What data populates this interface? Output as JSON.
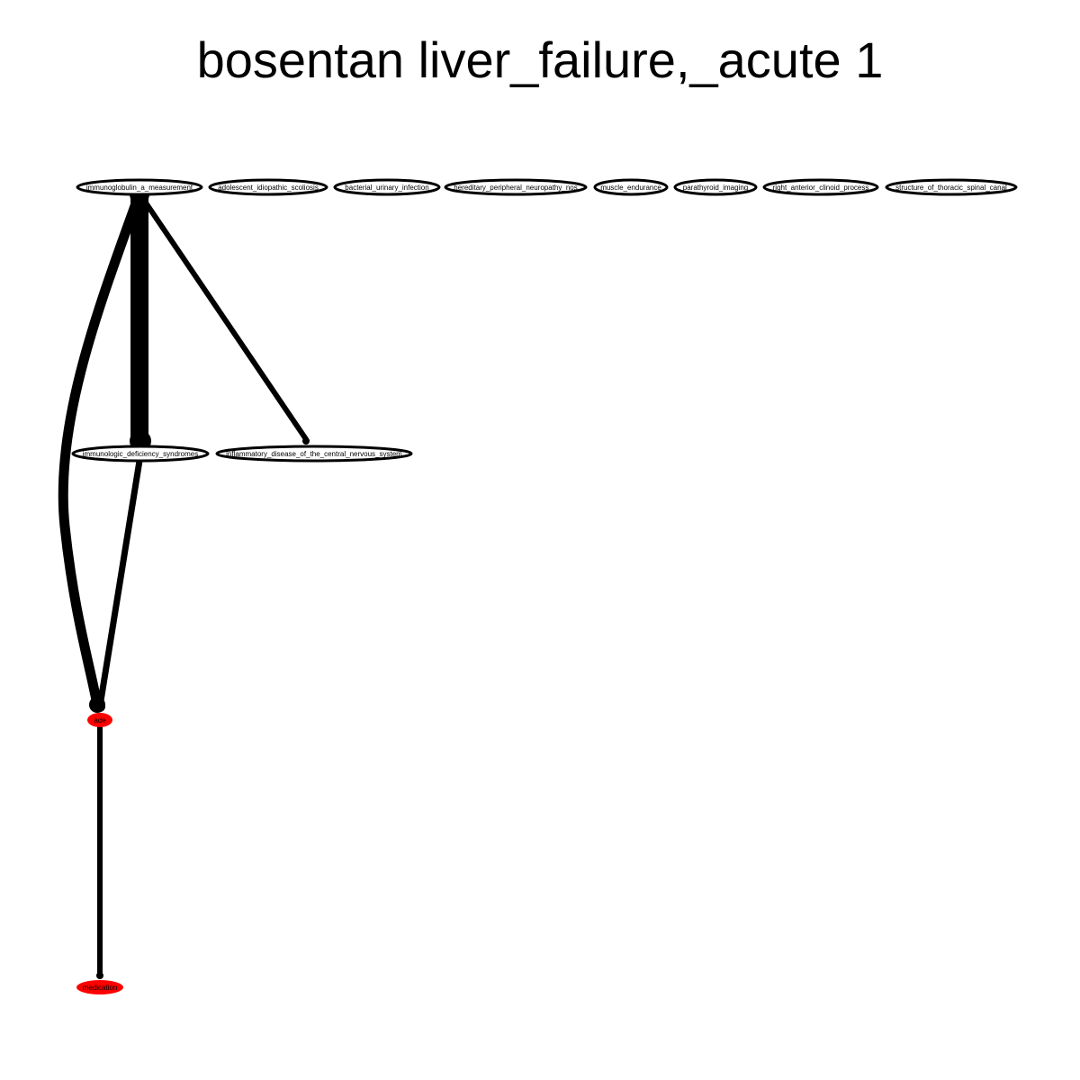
{
  "title": "bosentan liver_failure,_acute 1",
  "colors": {
    "edge": "#000000",
    "node_stroke": "#000000",
    "node_fill_default": "#ffffff",
    "node_fill_highlight": "#ff0000"
  },
  "nodes": [
    {
      "id": "immunoglobulin_measurement",
      "label": "immunoglobulin_a_measurement",
      "highlight": false
    },
    {
      "id": "adolescent_idiopathic_scoliosis",
      "label": "adolescent_idiopathic_scoliosis",
      "highlight": false
    },
    {
      "id": "bacterial_urinary_infection",
      "label": "bacterial_urinary_infection",
      "highlight": false
    },
    {
      "id": "hereditary_peripheral_neuropathy_nos",
      "label": "hereditary_peripheral_neuropathy_nos",
      "highlight": false
    },
    {
      "id": "muscle_endurance",
      "label": "muscle_endurance",
      "highlight": false
    },
    {
      "id": "parathyroid_imaging",
      "label": "parathyroid_imaging",
      "highlight": false
    },
    {
      "id": "right_anterior_clinoid_process",
      "label": "right_anterior_clinoid_process",
      "highlight": false
    },
    {
      "id": "structure_of_thoracic_spinal_canal",
      "label": "structure_of_thoracic_spinal_canal",
      "highlight": false
    },
    {
      "id": "immunologic_deficiency_syndromes",
      "label": "immunologic_deficiency_syndromes",
      "highlight": false
    },
    {
      "id": "inflammatory_disease_cns",
      "label": "inflammatory_disease_of_the_central_nervous_system",
      "highlight": false
    },
    {
      "id": "ade",
      "label": "ade",
      "highlight": true
    },
    {
      "id": "medication",
      "label": "medication",
      "highlight": true
    }
  ],
  "edges": [
    {
      "from": "immunoglobulin_measurement",
      "to": "immunologic_deficiency_syndromes",
      "weight": 10
    },
    {
      "from": "immunoglobulin_measurement",
      "to": "inflammatory_disease_cns",
      "weight": 3
    },
    {
      "from": "immunoglobulin_measurement",
      "to": "ade",
      "weight": 6
    },
    {
      "from": "immunologic_deficiency_syndromes",
      "to": "ade",
      "weight": 4
    },
    {
      "from": "ade",
      "to": "medication",
      "weight": 3
    }
  ]
}
